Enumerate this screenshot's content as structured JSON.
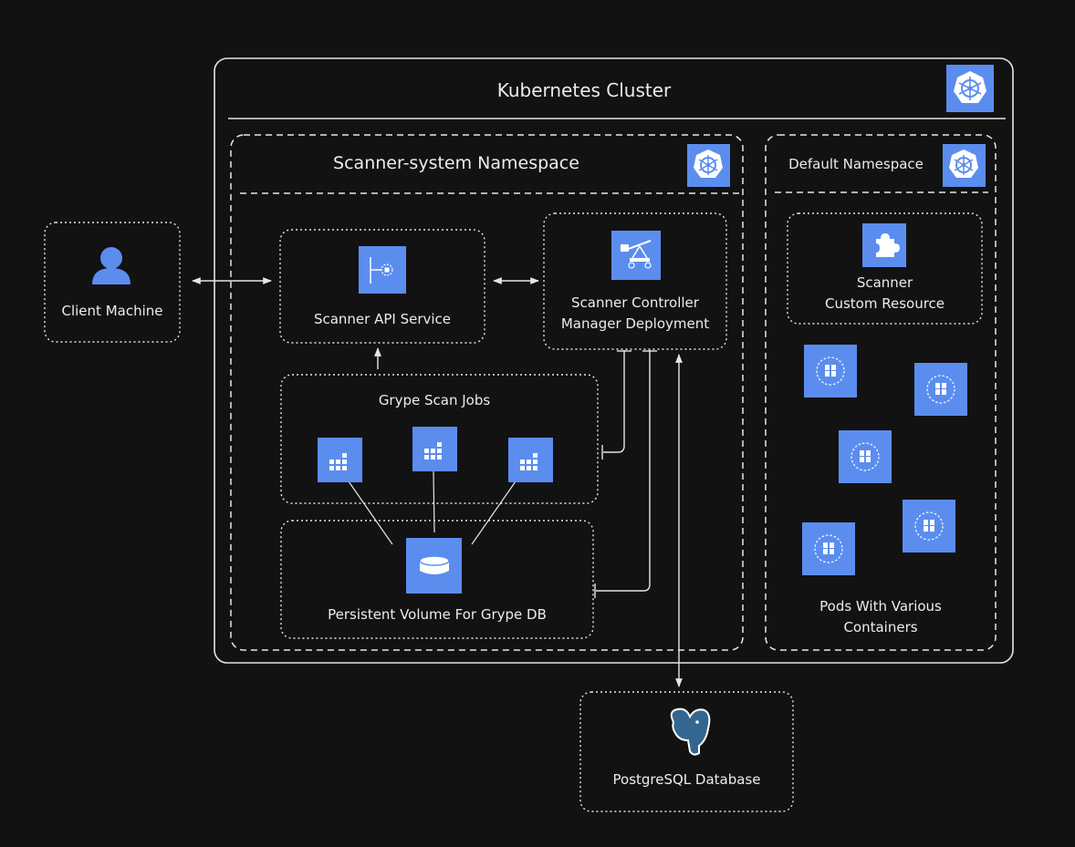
{
  "cluster": {
    "title": "Kubernetes Cluster",
    "icon": "kubernetes-icon"
  },
  "scanner_namespace": {
    "title": "Scanner-system Namespace",
    "icon": "kubernetes-namespace-icon"
  },
  "default_namespace": {
    "title": "Default Namespace",
    "icon": "kubernetes-namespace-icon"
  },
  "client": {
    "label": "Client Machine",
    "icon": "user-icon"
  },
  "api_service": {
    "label": "Scanner API Service",
    "icon": "service-icon"
  },
  "controller": {
    "label": "Scanner Controller\nManager Deployment",
    "icon": "deployment-icon"
  },
  "scan_jobs": {
    "title": "Grype Scan Jobs",
    "icon": "job-icon"
  },
  "volume": {
    "label": "Persistent Volume For Grype DB",
    "icon": "volume-icon"
  },
  "custom_resource": {
    "label": "Scanner\nCustom Resource",
    "icon": "puzzle-icon"
  },
  "pods": {
    "label": "Pods With Various\nContainers",
    "icon": "pod-icon"
  },
  "postgres": {
    "label": "PostgreSQL Database",
    "icon": "postgresql-elephant-icon"
  },
  "colors": {
    "background": "#121212",
    "accent": "#5b8def",
    "stroke": "#e6e6e6",
    "text": "#ececec"
  }
}
